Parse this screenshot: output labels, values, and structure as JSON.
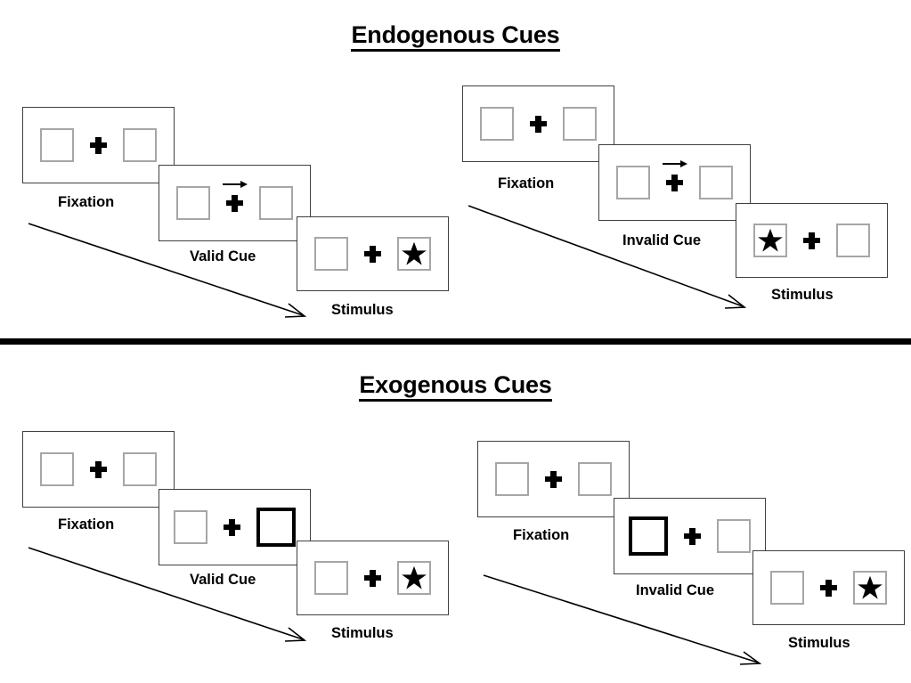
{
  "sections": [
    {
      "title": "Endogenous Cues",
      "cue_type": "central-arrow",
      "sequences": [
        {
          "name": "valid",
          "panels": [
            {
              "caption": "Fixation",
              "left_box": "empty",
              "right_box": "empty",
              "center": "fixation-plus",
              "cue": "none"
            },
            {
              "caption": "Valid Cue",
              "left_box": "empty",
              "right_box": "empty",
              "center": "fixation-plus",
              "cue": "arrow-right"
            },
            {
              "caption": "Stimulus",
              "left_box": "empty",
              "right_box": "star",
              "center": "fixation-plus",
              "cue": "none"
            }
          ]
        },
        {
          "name": "invalid",
          "panels": [
            {
              "caption": "Fixation",
              "left_box": "empty",
              "right_box": "empty",
              "center": "fixation-plus",
              "cue": "none"
            },
            {
              "caption": "Invalid Cue",
              "left_box": "empty",
              "right_box": "empty",
              "center": "fixation-plus",
              "cue": "arrow-right"
            },
            {
              "caption": "Stimulus",
              "left_box": "star",
              "right_box": "empty",
              "center": "fixation-plus",
              "cue": "none"
            }
          ]
        }
      ]
    },
    {
      "title": "Exogenous Cues",
      "cue_type": "peripheral-flash",
      "sequences": [
        {
          "name": "valid",
          "panels": [
            {
              "caption": "Fixation",
              "left_box": "empty",
              "right_box": "empty",
              "center": "fixation-plus",
              "cue": "none"
            },
            {
              "caption": "Valid Cue",
              "left_box": "empty",
              "right_box": "highlighted",
              "center": "fixation-plus",
              "cue": "box-flash-right"
            },
            {
              "caption": "Stimulus",
              "left_box": "empty",
              "right_box": "star",
              "center": "fixation-plus",
              "cue": "none"
            }
          ]
        },
        {
          "name": "invalid",
          "panels": [
            {
              "caption": "Fixation",
              "left_box": "empty",
              "right_box": "empty",
              "center": "fixation-plus",
              "cue": "none"
            },
            {
              "caption": "Invalid Cue",
              "left_box": "highlighted",
              "right_box": "empty",
              "center": "fixation-plus",
              "cue": "box-flash-left"
            },
            {
              "caption": "Stimulus",
              "left_box": "empty",
              "right_box": "star",
              "center": "fixation-plus",
              "cue": "none"
            }
          ]
        }
      ]
    }
  ],
  "colors": {
    "background": "#ffffff",
    "panel_border": "#3f3f3f",
    "box_border": "#a6a6a6",
    "cue_box_border": "#000000",
    "ink": "#000000",
    "divider": "#000000"
  }
}
